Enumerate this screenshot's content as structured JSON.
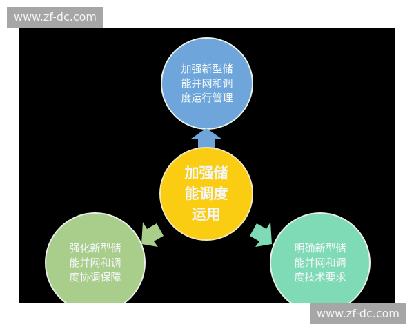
{
  "watermark": {
    "top": "www.zf-dc.com",
    "bottom": "www.zf-dc.com"
  },
  "diagram": {
    "center": {
      "text": "加强储\n能调度\n运用",
      "color": "#fbcd12"
    },
    "nodes": [
      {
        "position": "top",
        "text": "加强新型储\n能并网和调\n度运行管理",
        "color": "#6ea6dc"
      },
      {
        "position": "bottom-left",
        "text": "强化新型储\n能并网和调\n度协调保障",
        "color": "#a9cd8b"
      },
      {
        "position": "bottom-right",
        "text": "明确新型储\n能并网和调\n度技术要求",
        "color": "#7fdbb6"
      }
    ],
    "arrows": [
      {
        "direction": "up",
        "color": "#6ea6dc"
      },
      {
        "direction": "down-left",
        "color": "#a9cd8b"
      },
      {
        "direction": "down-right",
        "color": "#7fdbb6"
      }
    ]
  }
}
